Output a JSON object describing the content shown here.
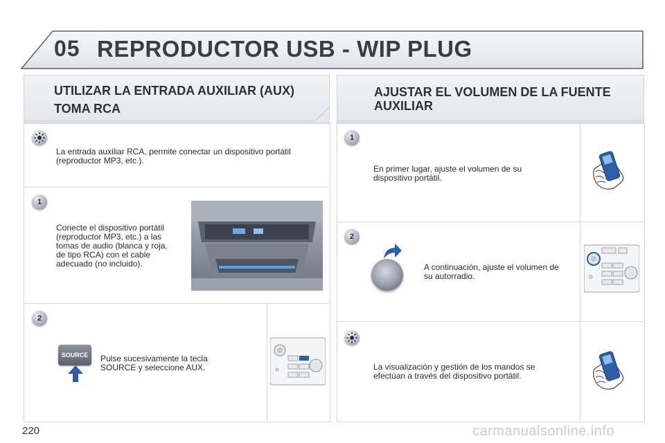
{
  "header": {
    "chapter": "05",
    "title": "REPRODUCTOR USB - WIP PLUG"
  },
  "left": {
    "heading_line1": "UTILIZAR LA ENTRADA AUXILIAR (AUX)",
    "heading_line2": "TOMA RCA",
    "tip_text_1": "La entrada auxiliar RCA, permite conectar un dispositivo portátil",
    "tip_text_2": "(reproductor MP3, etc.).",
    "step1_badge": "1",
    "step1_lines": [
      "Conecte el dispositivo portátil",
      "(reproductor MP3, etc.) a las",
      "tomas de audio (blanca y roja,",
      "de tipo RCA) con el cable",
      "adecuado (no incluido)."
    ],
    "step2_badge": "2",
    "step2_key": "SOURCE",
    "step2_lines": [
      "Pulse sucesivamente la tecla",
      "SOURCE y seleccione AUX."
    ]
  },
  "right": {
    "heading_line1": "AJUSTAR EL VOLUMEN DE LA FUENTE",
    "heading_line2": "AUXILIAR",
    "step1_badge": "1",
    "step1_lines": [
      "En primer lugar, ajuste el volumen de su",
      "dispositivo portátil."
    ],
    "step2_badge": "2",
    "step2_lines": [
      "A continuación, ajuste el volumen de",
      "su autorradio."
    ],
    "tip_lines": [
      "La visualización y gestión de los mandos se",
      "efectúan a través del dispositivo portátil."
    ]
  },
  "footer": {
    "page_number": "220",
    "watermark": "carmanualsonline.info"
  },
  "colors": {
    "title_text": "#3a3d44",
    "badge_text": "#1d2a4a",
    "arrow_blue": "#2d5fa8"
  }
}
